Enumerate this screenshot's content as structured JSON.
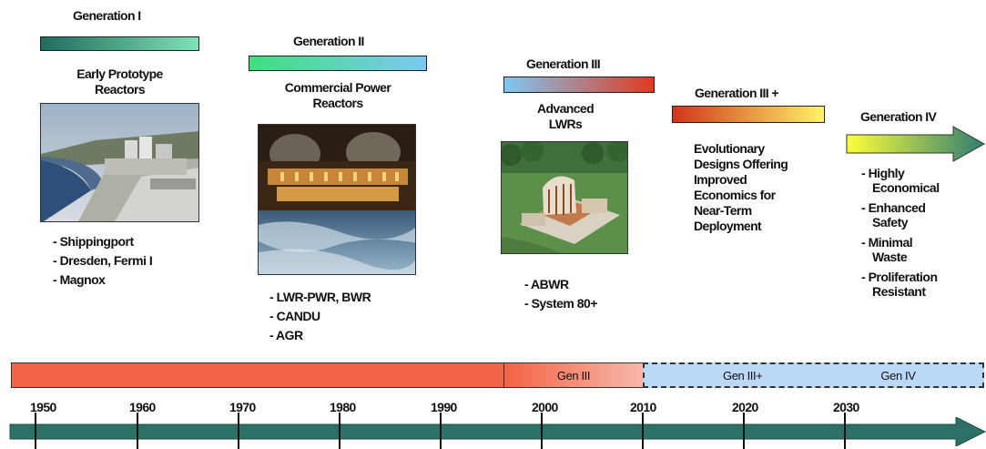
{
  "generations": [
    {
      "title": "Generation I",
      "desc": [
        "Early Prototype",
        "Reactors"
      ],
      "items": [
        "Shippingport",
        "Dresden, Fermi I",
        "Magnox"
      ]
    },
    {
      "title": "Generation II",
      "desc": [
        "Commercial Power",
        "Reactors"
      ],
      "items": [
        "LWR-PWR, BWR",
        "CANDU",
        "AGR"
      ]
    },
    {
      "title": "Generation III",
      "desc": [
        "Advanced",
        "LWRs"
      ],
      "items": [
        "ABWR",
        "System 80+"
      ]
    },
    {
      "title": "Generation III +",
      "desc": [
        "Evolutionary",
        "Designs Offering",
        "Improved",
        "Economics for",
        "Near-Term",
        "Deployment"
      ],
      "items": []
    },
    {
      "title": "Generation IV",
      "desc": [],
      "items": [
        [
          "Highly",
          "Economical"
        ],
        [
          "Enhanced",
          "Safety"
        ],
        [
          "Minimal",
          "Waste"
        ],
        [
          "Proliferation",
          "Resistant"
        ]
      ]
    }
  ],
  "timeline": {
    "segments": [
      "",
      "Gen III",
      "Gen III+",
      "Gen IV"
    ],
    "years": [
      "1950",
      "1960",
      "1970",
      "1980",
      "1990",
      "2000",
      "2010",
      "2020",
      "2030"
    ]
  },
  "colors": {
    "gen1_bar": [
      "#1f6b5e",
      "#7fe3b6"
    ],
    "gen2_bar": [
      "#3de07f",
      "#7ec8f2"
    ],
    "gen3_bar": [
      "#7ec8f2",
      "#e03a20"
    ],
    "gen3plus_bar": [
      "#d0361a",
      "#fff36a"
    ],
    "gen4_arrow": [
      "#ffff3a",
      "#2f7e72"
    ],
    "timeline_arrow": "#2d7066",
    "seg_early": "#f26346",
    "seg_gen3": "#f6a08f",
    "seg_future": "#bcd8f7"
  },
  "icons": [
    "nuclear-plant-photo",
    "reactor-dome-photo",
    "reactor-cutaway-illustration",
    "arrow-right-icon"
  ]
}
